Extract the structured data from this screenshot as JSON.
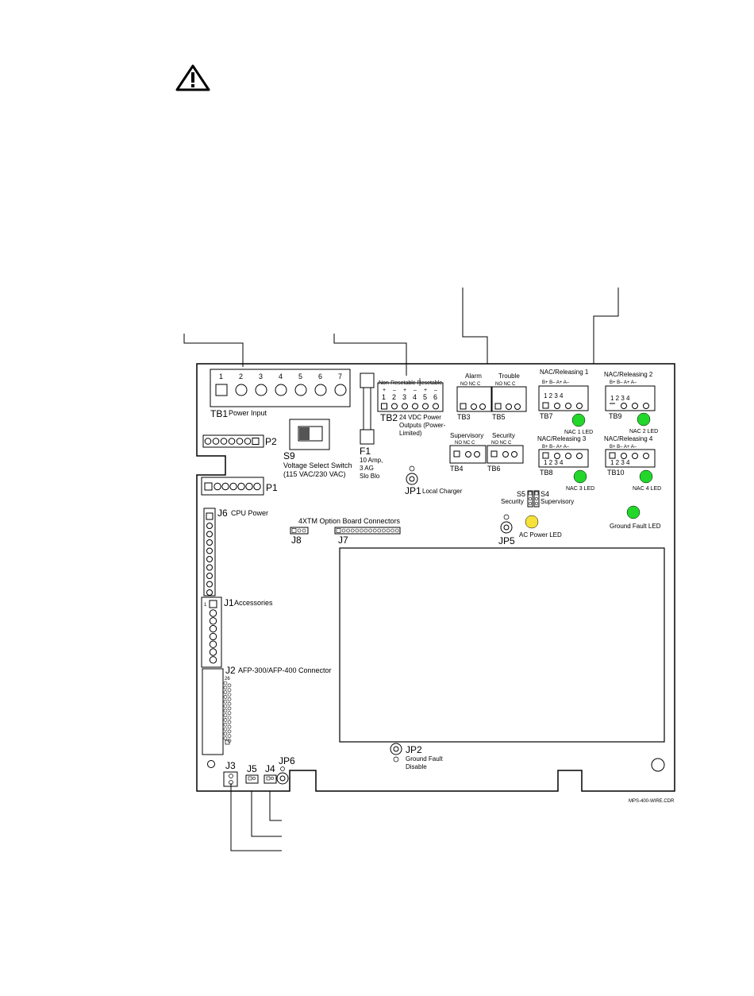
{
  "warning": {
    "icon": "warning-triangle-icon"
  },
  "board": {
    "tb1": {
      "name": "TB1",
      "desc": "Power Input",
      "pins": [
        "1",
        "2",
        "3",
        "4",
        "5",
        "6",
        "7"
      ]
    },
    "p2": {
      "name": "P2"
    },
    "p1": {
      "name": "P1"
    },
    "s9": {
      "name": "S9",
      "line1": "Voltage Select Switch",
      "line2": "(115 VAC/230 VAC)"
    },
    "f1": {
      "name": "F1",
      "line1": "10 Amp,",
      "line2": "3 AG",
      "line3": "Slo Blo"
    },
    "tb2": {
      "name": "TB2",
      "header": "Non-Resetable Resetable",
      "pins": [
        "1",
        "2",
        "3",
        "4",
        "5",
        "6"
      ],
      "polarity": [
        "+",
        "–",
        "+",
        "–",
        "+",
        "–"
      ],
      "line1": "24 VDC Power",
      "line2": "Outputs (Power-",
      "line3": "Limited)"
    },
    "tb3": {
      "name": "TB3",
      "title": "Alarm",
      "contacts": "NO  NC  C"
    },
    "tb5": {
      "name": "TB5",
      "title": "Trouble",
      "contacts": "NO  NC  C"
    },
    "tb4": {
      "name": "TB4",
      "title": "Supervisory",
      "contacts": "NO  NC  C"
    },
    "tb6": {
      "name": "TB6",
      "title": "Security",
      "contacts": "NO  NC  C"
    },
    "tb7": {
      "name": "TB7",
      "title": "NAC/Releasing 1",
      "terms": "B+  B–  A+  A–",
      "pins": "1   2   3   4",
      "led": "NAC 1 LED"
    },
    "tb9": {
      "name": "TB9",
      "title": "NAC/Releasing 2",
      "terms": "B+  B–  A+  A–",
      "pins": "1   2   3   4",
      "led": "NAC 2 LED"
    },
    "tb8": {
      "name": "TB8",
      "title": "NAC/Releasing 3",
      "terms": "B+  B–  A+  A–",
      "pins": "1   2   3   4",
      "led": "NAC 3 LED"
    },
    "tb10": {
      "name": "TB10",
      "title": "NAC/Releasing 4",
      "terms": "B+  B–  A+  A–",
      "pins": "1   2   3   4",
      "led": "NAC 4 LED"
    },
    "jp1": {
      "name": "JP1",
      "desc": "Local Charger"
    },
    "s5": {
      "name": "S5",
      "desc": "Security"
    },
    "s4": {
      "name": "S4",
      "desc": "Supervisory"
    },
    "ground_fault_led": "Ground Fault LED",
    "ac_power_led": "AC Power LED",
    "jp5": {
      "name": "JP5"
    },
    "option_board": {
      "title": "4XTM Option Board Connectors"
    },
    "j8": {
      "name": "J8"
    },
    "j7": {
      "name": "J7"
    },
    "j6": {
      "name": "J6",
      "desc": "CPU Power"
    },
    "j1": {
      "name": "J1",
      "desc": "Accessories",
      "pin_mark": "1"
    },
    "j2": {
      "name": "J2",
      "desc": "AFP-300/AFP-400  Connector",
      "pin_mark": "26"
    },
    "jp2": {
      "name": "JP2",
      "line1": "Ground Fault",
      "line2": "Disable"
    },
    "j3": {
      "name": "J3"
    },
    "j5": {
      "name": "J5"
    },
    "j4": {
      "name": "J4"
    },
    "jp6": {
      "name": "JP6"
    },
    "drawing_id": "MPS-400-WIRE.CDR"
  },
  "colors": {
    "led_green": "#22d62a",
    "led_yellow": "#f5e13a",
    "switch_dark": "#555555"
  }
}
